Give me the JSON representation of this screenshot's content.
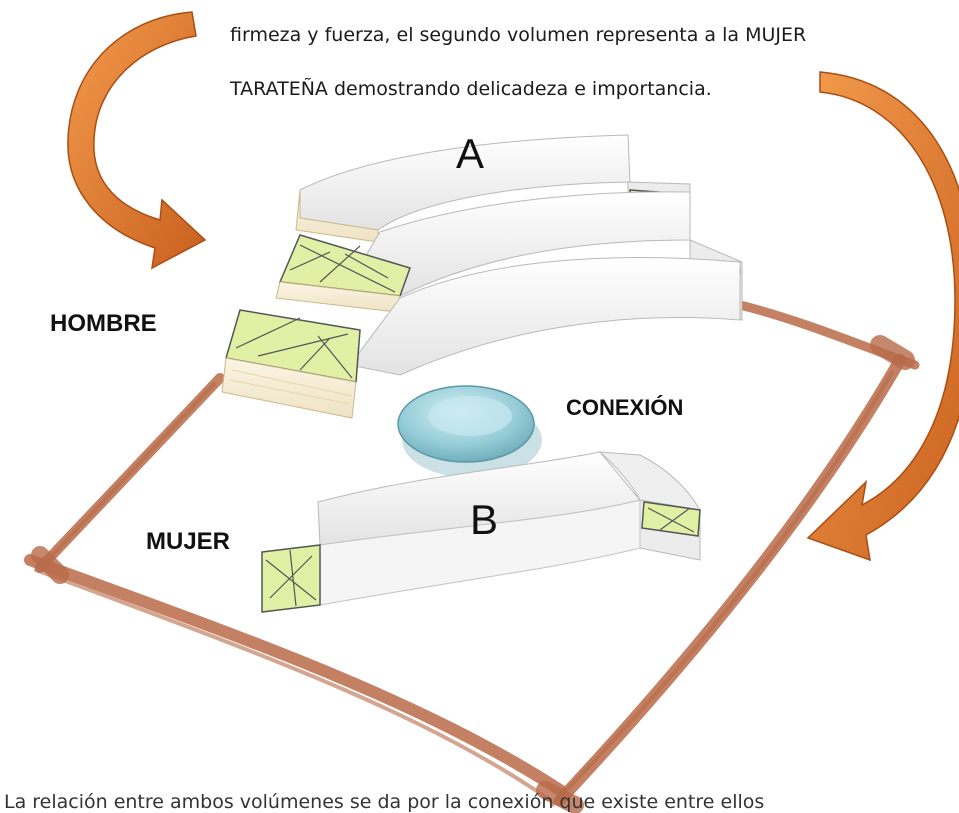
{
  "text": {
    "line1": "firmeza y fuerza, el segundo volumen representa a la MUJER",
    "line2": "TARATEÑA demostrando delicadeza e importancia.",
    "bottom_line": "La relación entre ambos volúmenes se da por la conexión que existe entre ellos"
  },
  "labels": {
    "letter_a": "A",
    "letter_b": "B",
    "hombre": "HOMBRE",
    "mujer": "MUJER",
    "conexion": "CONEXIÓN"
  },
  "colors": {
    "arrow": "#e07a2f",
    "frame": "#b86a48",
    "tile": "#e2f0a6",
    "volume": "#f2f2f2",
    "connector": "#8fcbd6"
  }
}
